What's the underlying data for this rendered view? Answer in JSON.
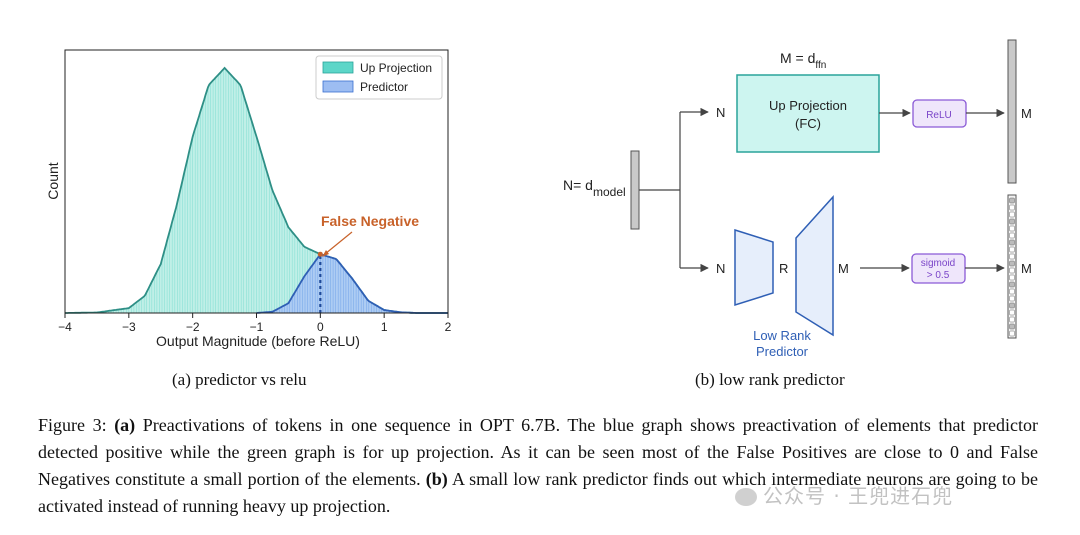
{
  "chart_data": {
    "type": "area",
    "title": "",
    "xlabel": "Output Magnitude (before ReLU)",
    "ylabel": "Count",
    "xlim": [
      -4,
      2
    ],
    "ylim": [
      0,
      1
    ],
    "xticks": [
      "−4",
      "−3",
      "−2",
      "−1",
      "0",
      "1",
      "2"
    ],
    "grid": false,
    "legend_position": "top-right",
    "series": [
      {
        "name": "Up Projection",
        "color": "#5cd6c8",
        "x": [
          -4.0,
          -3.5,
          -3.0,
          -2.75,
          -2.5,
          -2.25,
          -2.0,
          -1.75,
          -1.5,
          -1.25,
          -1.0,
          -0.75,
          -0.5,
          -0.25,
          0.0,
          0.25,
          0.5,
          0.75,
          1.0,
          1.25,
          1.5,
          2.0
        ],
        "values": [
          0.0,
          0.002,
          0.02,
          0.07,
          0.2,
          0.44,
          0.72,
          0.93,
          1.0,
          0.93,
          0.72,
          0.5,
          0.35,
          0.27,
          0.24,
          0.22,
          0.14,
          0.05,
          0.012,
          0.003,
          0.0,
          0.0
        ]
      },
      {
        "name": "Predictor",
        "color": "#5b8fe8",
        "x": [
          -1.0,
          -0.75,
          -0.5,
          -0.25,
          0.0,
          0.25,
          0.5,
          0.75,
          1.0,
          1.25,
          1.5,
          2.0
        ],
        "values": [
          0.0,
          0.005,
          0.04,
          0.15,
          0.24,
          0.22,
          0.14,
          0.05,
          0.012,
          0.003,
          0.0,
          0.0
        ]
      }
    ],
    "annotations": [
      {
        "text": "False Negative",
        "x": 0.0,
        "y": 0.24,
        "color": "#d2691e"
      }
    ]
  },
  "subfigure_a_caption": "(a) predictor vs relu",
  "subfigure_b_caption": "(b) low rank predictor",
  "diagram": {
    "m_label": "M = d",
    "m_sub": "ffn",
    "n_input_label": "N= d",
    "n_input_sub": "model",
    "n_top": "N",
    "n_bottom": "N",
    "up_projection": "Up Projection",
    "up_projection_fc": "(FC)",
    "relu": "ReLU",
    "r_label": "R",
    "m_mid": "M",
    "m_right_top": "M",
    "m_right_bottom": "M",
    "sigmoid_line1": "sigmoid",
    "sigmoid_line2": "> 0.5",
    "low_rank_line1": "Low Rank",
    "low_rank_line2": "Predictor",
    "colors": {
      "teal_fill": "#cdf5f0",
      "teal_stroke": "#2aa39a",
      "purple_fill": "#efe6fb",
      "purple_stroke": "#8a5ad6",
      "blue_fill": "#e6eefb",
      "blue_stroke": "#2f5fb5"
    }
  },
  "caption": {
    "prefix": "Figure 3: ",
    "a_label": "(a)",
    "a_text": " Preactivations of tokens in one sequence in OPT 6.7B. The blue graph shows preactivation of elements that predictor detected positive while the green graph is for up projection. As it can be seen most of the False Positives are close to 0 and False Negatives constitute a small portion of the elements. ",
    "b_label": "(b)",
    "b_text": " A small low rank predictor finds out which intermediate neurons are going to be activated instead of running heavy up projection."
  },
  "watermark": "公众号 · 王兜进石兜"
}
